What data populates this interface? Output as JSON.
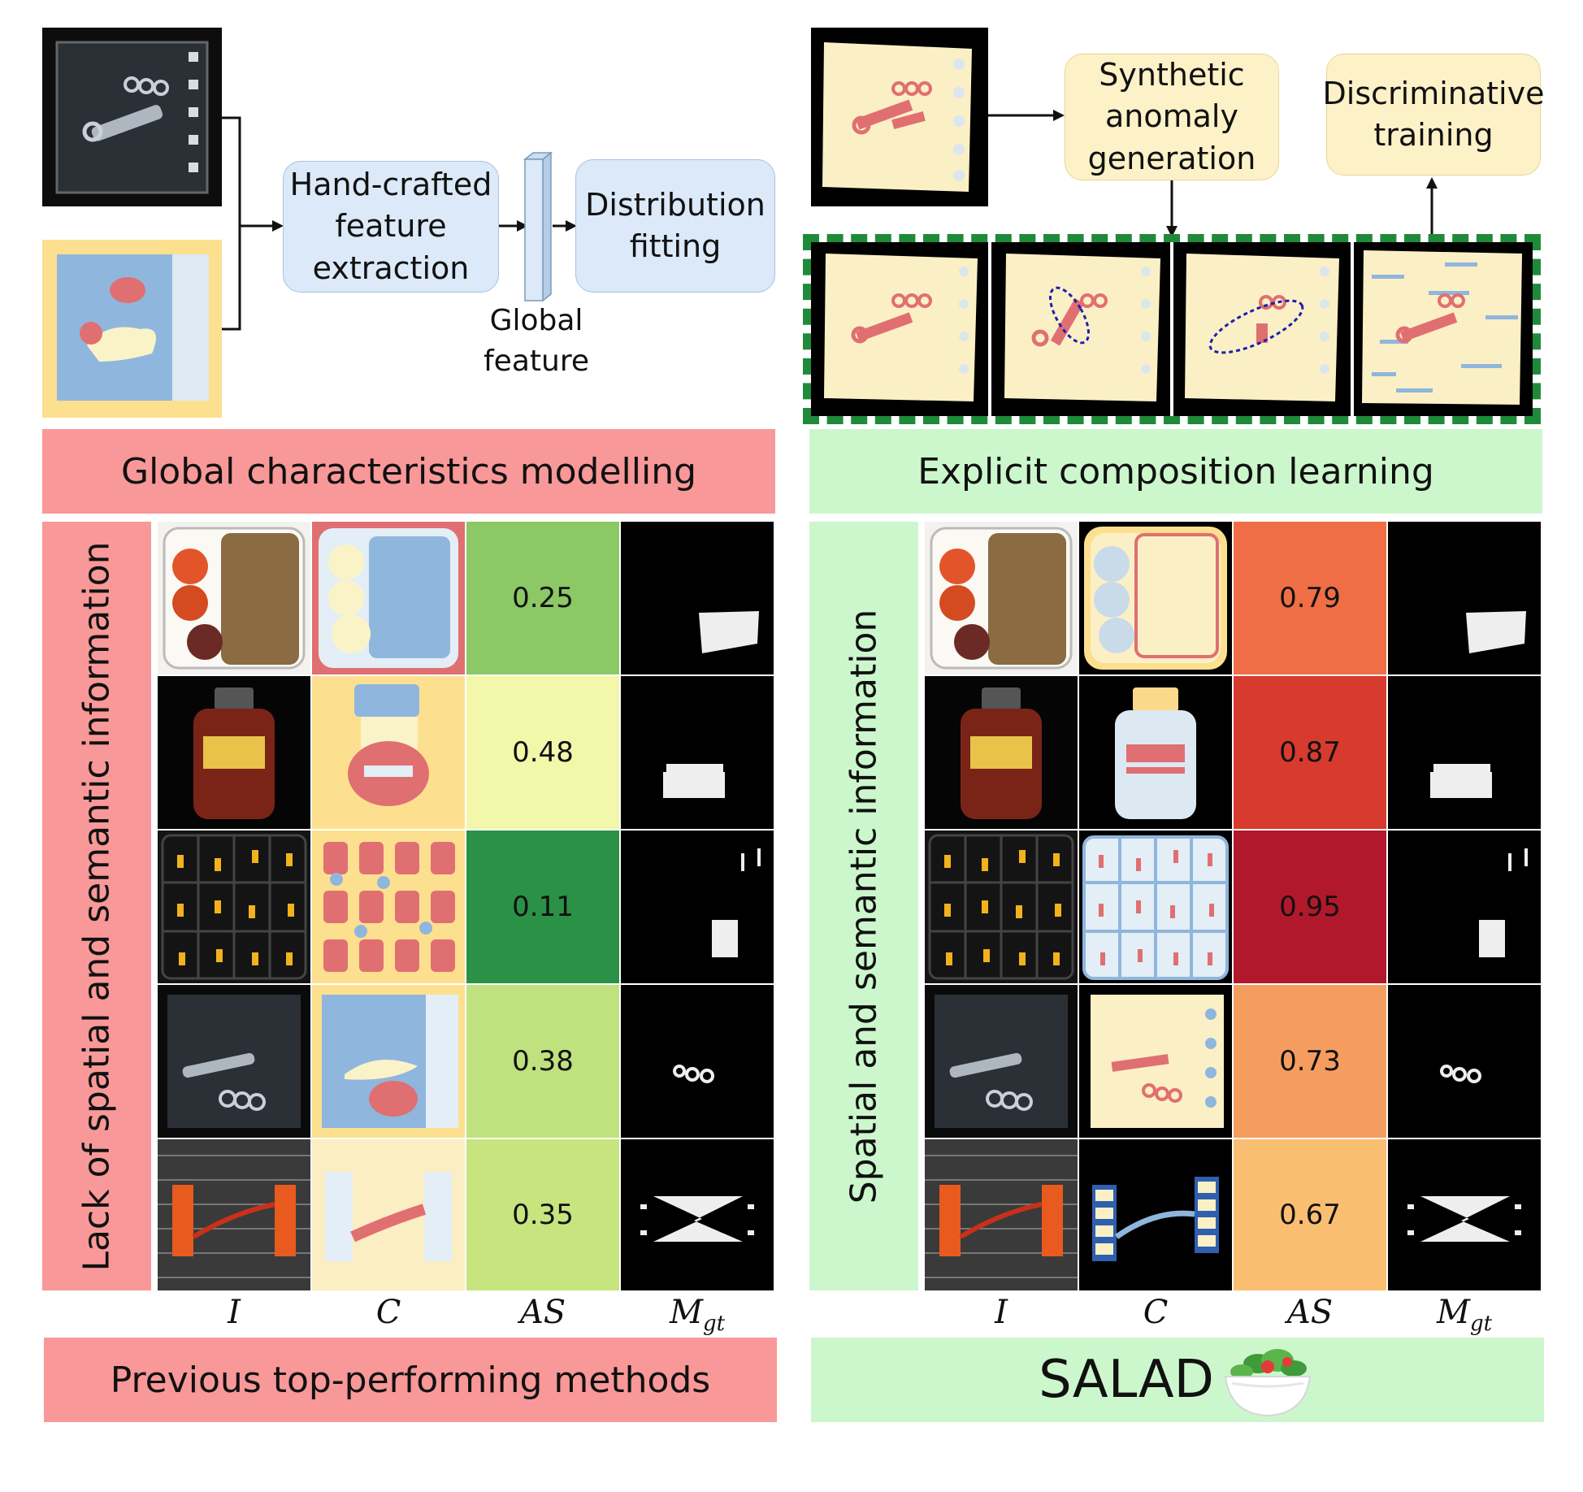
{
  "left": {
    "flow": {
      "box1": "Hand-crafted\nfeature\nextraction",
      "box2": "Distribution\nfitting",
      "vector_label": "Global\nfeature"
    },
    "banner": "Global characteristics modelling",
    "side_label": "Lack of spatial and semantic information",
    "bottom_banner": "Previous top-performing methods",
    "scores": [
      "0.25",
      "0.48",
      "0.11",
      "0.38",
      "0.35"
    ],
    "score_colors": [
      "#8cc866",
      "#f2f7a9",
      "#2a9147",
      "#bfe27e",
      "#c6e57f"
    ]
  },
  "right": {
    "flow": {
      "box1": "Synthetic\nanomaly\ngeneration",
      "box2": "Discriminative\ntraining"
    },
    "banner": "Explicit composition learning",
    "side_label": "Spatial and semantic information",
    "bottom_banner": "SALAD",
    "salad_icon": "salad-bowl-icon",
    "scores": [
      "0.79",
      "0.87",
      "0.95",
      "0.73",
      "0.67"
    ],
    "score_colors": [
      "#f06e45",
      "#d73b2d",
      "#b2182b",
      "#f59d5f",
      "#f9be71"
    ]
  },
  "columns": {
    "image": "I",
    "composition": "C",
    "score": "AS",
    "mask_main": "M",
    "mask_sub": "gt"
  },
  "colors": {
    "flow_blue": "#dbe9f8",
    "flow_yellow": "#fdf1c7",
    "banner_red": "#f99898",
    "banner_green": "#ccf7cc",
    "dashed_border": "#1f8a3a"
  }
}
